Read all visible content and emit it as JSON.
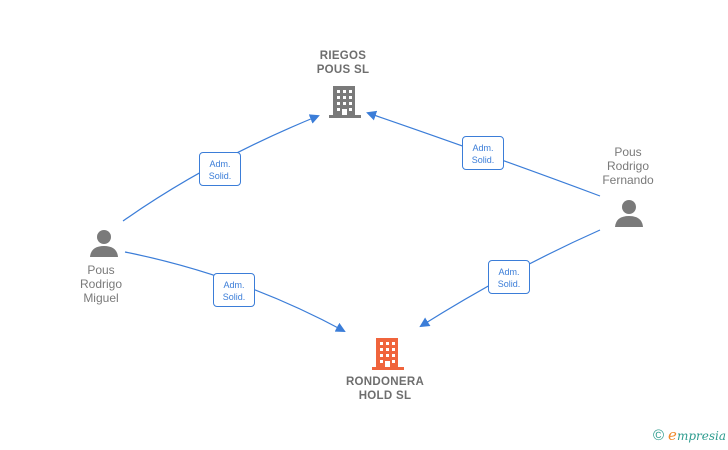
{
  "nodes": {
    "riegos": {
      "label": "RIEGOS\nPOUS SL",
      "color": "#7a7a7a"
    },
    "rondonera": {
      "label": "RONDONERA\nHOLD  SL",
      "color": "#f0643c"
    },
    "miguel": {
      "label": "Pous\nRodrigo\nMiguel",
      "color": "#7a7a7a"
    },
    "fernando": {
      "label": "Pous\nRodrigo\nFernando",
      "color": "#7a7a7a"
    }
  },
  "edges": [
    {
      "line1": "Adm.",
      "line2": "Solid."
    },
    {
      "line1": "Adm.",
      "line2": "Solid."
    },
    {
      "line1": "Adm.",
      "line2": "Solid."
    },
    {
      "line1": "Adm.",
      "line2": "Solid."
    }
  ],
  "footer": {
    "copyright": "©",
    "brand_initial": "e",
    "brand_rest": "mpresia"
  },
  "colors": {
    "edge": "#3b7dd8",
    "highlight": "#f0643c",
    "node": "#7a7a7a"
  }
}
